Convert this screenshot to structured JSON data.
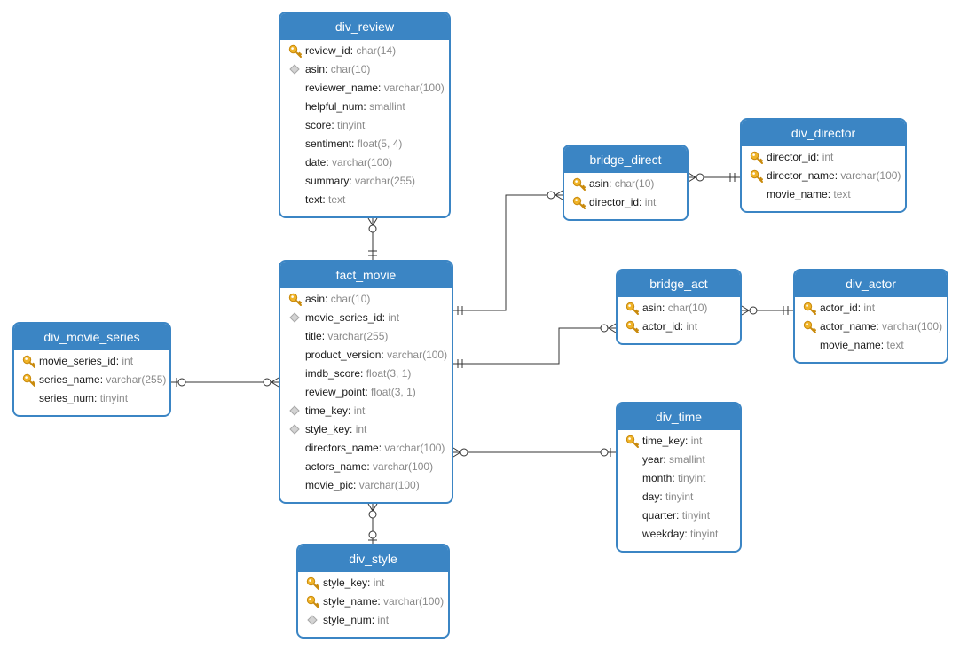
{
  "colors": {
    "header": "#3b85c4",
    "key": "#e6a21c",
    "line": "#333333",
    "type_text": "#8a8a8a"
  },
  "tables": {
    "div_review": {
      "title": "div_review",
      "columns": [
        {
          "name": "review_id",
          "type": "char(14)",
          "icon": "key-icon"
        },
        {
          "name": "asin",
          "type": "char(10)",
          "icon": "diamond-icon"
        },
        {
          "name": "reviewer_name",
          "type": "varchar(100)",
          "icon": ""
        },
        {
          "name": "helpful_num",
          "type": "smallint",
          "icon": ""
        },
        {
          "name": "score",
          "type": "tinyint",
          "icon": ""
        },
        {
          "name": "sentiment",
          "type": "float(5, 4)",
          "icon": ""
        },
        {
          "name": "date",
          "type": "varchar(100)",
          "icon": ""
        },
        {
          "name": "summary",
          "type": "varchar(255)",
          "icon": ""
        },
        {
          "name": "text",
          "type": "text",
          "icon": ""
        }
      ]
    },
    "fact_movie": {
      "title": "fact_movie",
      "columns": [
        {
          "name": "asin",
          "type": "char(10)",
          "icon": "key-icon"
        },
        {
          "name": "movie_series_id",
          "type": "int",
          "icon": "diamond-icon"
        },
        {
          "name": "title",
          "type": "varchar(255)",
          "icon": ""
        },
        {
          "name": "product_version",
          "type": "varchar(100)",
          "icon": ""
        },
        {
          "name": "imdb_score",
          "type": "float(3, 1)",
          "icon": ""
        },
        {
          "name": "review_point",
          "type": "float(3, 1)",
          "icon": ""
        },
        {
          "name": "time_key",
          "type": "int",
          "icon": "diamond-icon"
        },
        {
          "name": "style_key",
          "type": "int",
          "icon": "diamond-icon"
        },
        {
          "name": "directors_name",
          "type": "varchar(100)",
          "icon": ""
        },
        {
          "name": "actors_name",
          "type": "varchar(100)",
          "icon": ""
        },
        {
          "name": "movie_pic",
          "type": "varchar(100)",
          "icon": ""
        }
      ]
    },
    "bridge_direct": {
      "title": "bridge_direct",
      "columns": [
        {
          "name": "asin",
          "type": "char(10)",
          "icon": "key-icon"
        },
        {
          "name": "director_id",
          "type": "int",
          "icon": "key-icon"
        }
      ]
    },
    "div_director": {
      "title": "div_director",
      "columns": [
        {
          "name": "director_id",
          "type": "int",
          "icon": "key-icon"
        },
        {
          "name": "director_name",
          "type": "varchar(100)",
          "icon": "key-icon"
        },
        {
          "name": "movie_name",
          "type": "text",
          "icon": ""
        }
      ]
    },
    "bridge_act": {
      "title": "bridge_act",
      "columns": [
        {
          "name": "asin",
          "type": "char(10)",
          "icon": "key-icon"
        },
        {
          "name": "actor_id",
          "type": "int",
          "icon": "key-icon"
        }
      ]
    },
    "div_actor": {
      "title": "div_actor",
      "columns": [
        {
          "name": "actor_id",
          "type": "int",
          "icon": "key-icon"
        },
        {
          "name": "actor_name",
          "type": "varchar(100)",
          "icon": "key-icon"
        },
        {
          "name": "movie_name",
          "type": "text",
          "icon": ""
        }
      ]
    },
    "div_movie_series": {
      "title": "div_movie_series",
      "columns": [
        {
          "name": "movie_series_id",
          "type": "int",
          "icon": "key-icon"
        },
        {
          "name": "series_name",
          "type": "varchar(255)",
          "icon": "key-icon"
        },
        {
          "name": "series_num",
          "type": "tinyint",
          "icon": ""
        }
      ]
    },
    "div_time": {
      "title": "div_time",
      "columns": [
        {
          "name": "time_key",
          "type": "int",
          "icon": "key-icon"
        },
        {
          "name": "year",
          "type": "smallint",
          "icon": ""
        },
        {
          "name": "month",
          "type": "tinyint",
          "icon": ""
        },
        {
          "name": "day",
          "type": "tinyint",
          "icon": ""
        },
        {
          "name": "quarter",
          "type": "tinyint",
          "icon": ""
        },
        {
          "name": "weekday",
          "type": "tinyint",
          "icon": ""
        }
      ]
    },
    "div_style": {
      "title": "div_style",
      "columns": [
        {
          "name": "style_key",
          "type": "int",
          "icon": "key-icon"
        },
        {
          "name": "style_name",
          "type": "varchar(100)",
          "icon": "key-icon"
        },
        {
          "name": "style_num",
          "type": "int",
          "icon": "diamond-icon"
        }
      ]
    }
  }
}
